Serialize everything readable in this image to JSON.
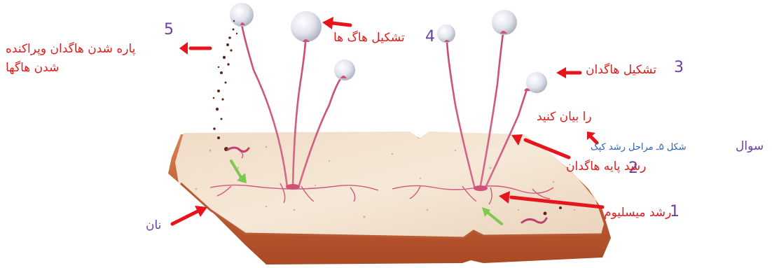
{
  "labels": {
    "step5_num": "5",
    "step5_line1": "پاره شدن هاگدان وپراکنده",
    "step5_line2": "شدن هاگها",
    "step4_num": "4",
    "step4_text": "تشکیل هاگ ها",
    "step3_num": "3",
    "step3_text": "تشکیل هاگدان",
    "question_tail": "را بیان کنید",
    "question_word": "سوال",
    "question_caption": "شکل ۵ـ مراحل رشد کپک",
    "step2_num": "2",
    "step2_text": "رشد پایه هاگدان",
    "step1_num": "1",
    "step1_text": "رشد میسلیوم",
    "bread": "نان"
  },
  "colors": {
    "label_red": "#e21c1c",
    "number_purple": "#6b3fa5",
    "caption_blue": "#2b63b5",
    "arrow_red": "#e8141c",
    "arrow_green": "#7ec850",
    "bread_crumb": "#f3e3cf",
    "bread_crust": "#c9683e",
    "stalk_pink": "#d14f78",
    "sporangium": "#e6e8f0"
  }
}
